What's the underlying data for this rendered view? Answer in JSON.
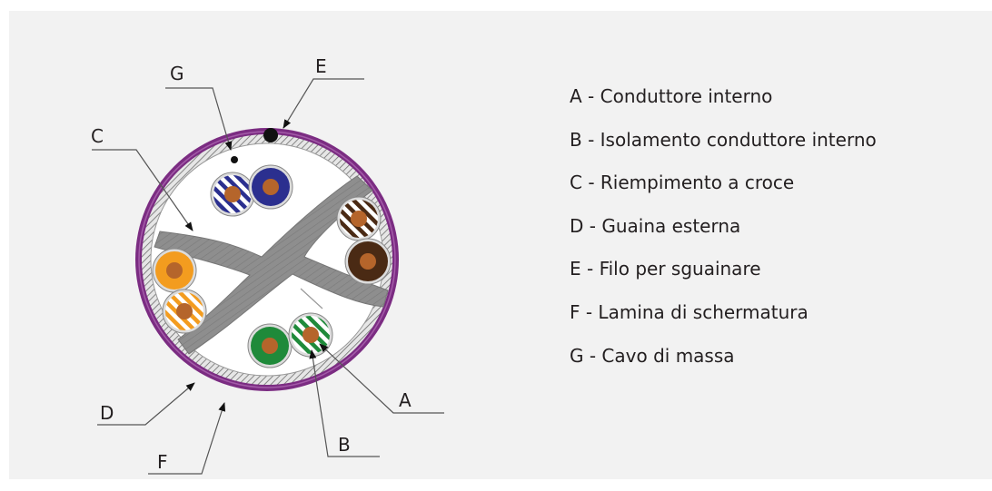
{
  "callouts": {
    "A": "A",
    "B": "B",
    "C": "C",
    "D": "D",
    "E": "E",
    "F": "F",
    "G": "G"
  },
  "legend": [
    "A - Conduttore interno",
    "B - Isolamento conduttore interno",
    "C - Riempimento a croce",
    "D - Guaina esterna",
    "E - Filo per sguainare",
    "F - Lamina di schermatura",
    "G - Cavo di massa"
  ],
  "colors": {
    "panel": "#f2f2f2",
    "jacket": "#7b2c82",
    "filler": "#8c8c8c",
    "blue": "#2b2f8f",
    "orange": "#f39c1f",
    "green": "#1f8a3a",
    "brown": "#4a2a14",
    "copper": "#b5652b"
  }
}
